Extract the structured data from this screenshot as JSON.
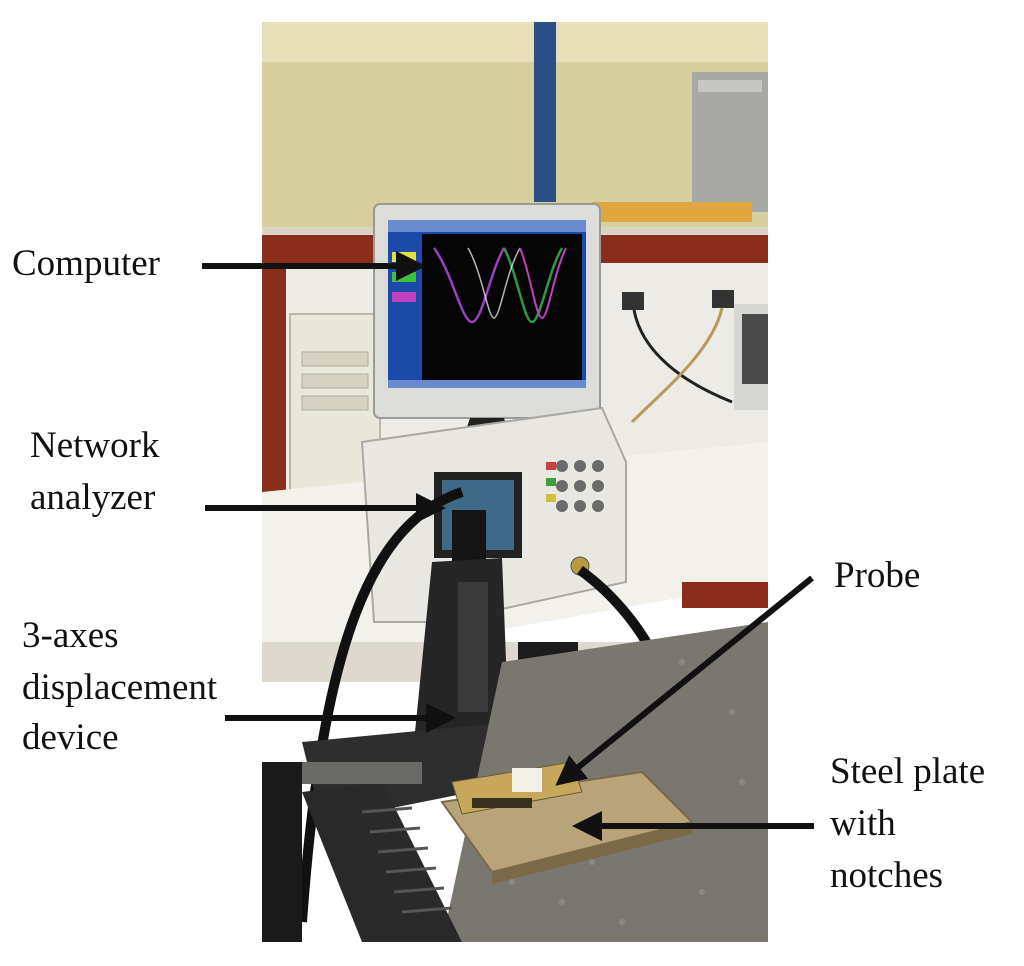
{
  "labels": {
    "computer": "Computer",
    "network_analyzer_line1": "Network",
    "network_analyzer_line2": "analyzer",
    "displacement_line1": "3-axes",
    "displacement_line2": "displacement",
    "displacement_line3": "device",
    "probe": "Probe",
    "steel_line1": "Steel plate",
    "steel_line2": "with",
    "steel_line3": "notches"
  }
}
